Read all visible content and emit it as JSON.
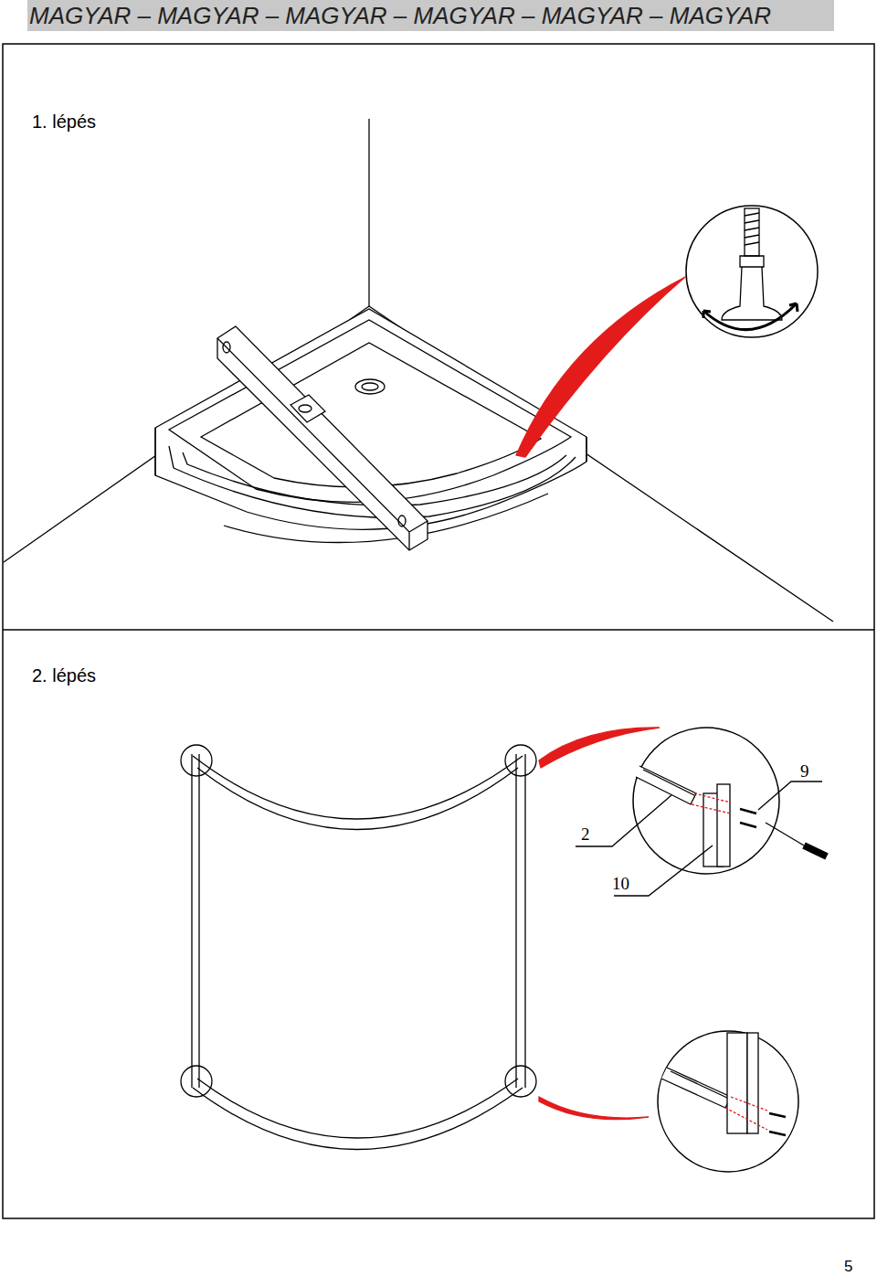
{
  "diagram": {
    "title": "MAGYAR – MAGYAR – MAGYAR – MAGYAR – MAGYAR – MAGYAR",
    "labels": [
      "1. lépés",
      "2. lépés",
      "9",
      "2",
      "10",
      "5"
    ]
  }
}
